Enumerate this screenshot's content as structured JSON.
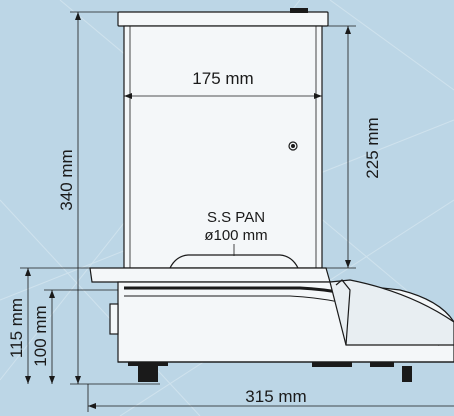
{
  "dimensions": {
    "height_total": "340 mm",
    "chamber_height": "225 mm",
    "chamber_width": "175 mm",
    "base_height_total": "115 mm",
    "base_height": "100 mm",
    "depth": "315 mm"
  },
  "pan": {
    "label": "S.S PAN",
    "diameter": "ø100 mm"
  },
  "colors": {
    "background": "#bcd6e6",
    "line": "#1a1a1a",
    "device_fill": "#f4f7f9"
  }
}
